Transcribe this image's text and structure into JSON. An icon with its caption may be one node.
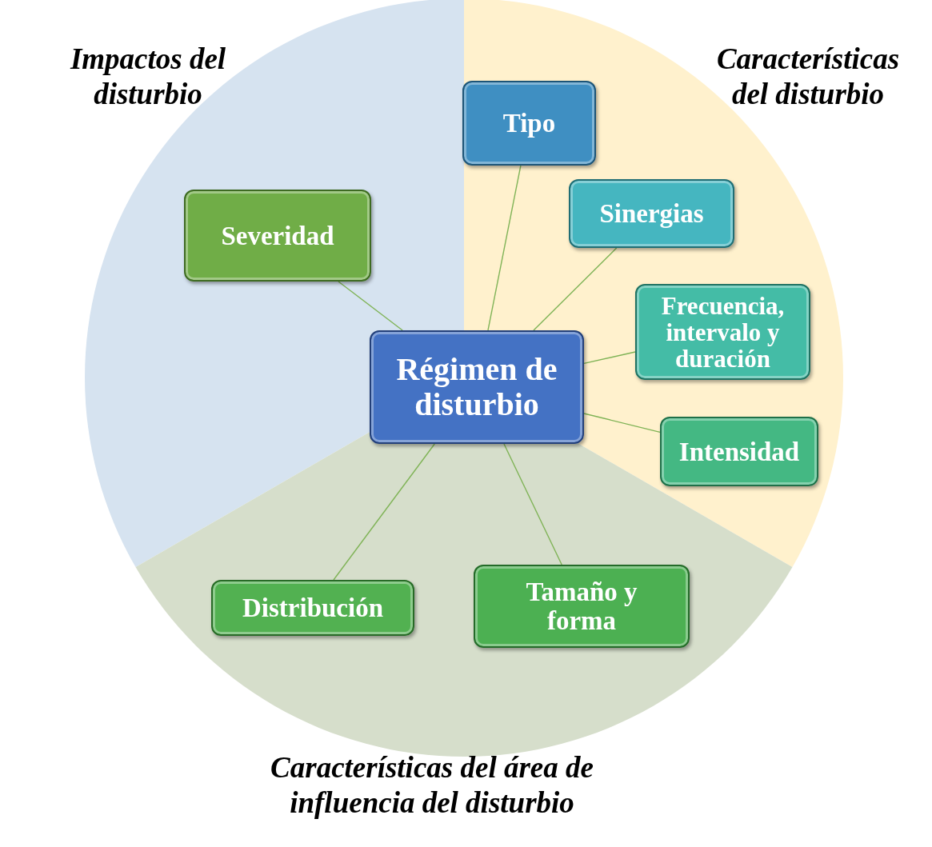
{
  "diagram": {
    "nodes": [
      {
        "text": [
          "Impactos del disturbio"
        ]
      },
      {
        "text": [
          "Características del disturbio"
        ]
      },
      {
        "text": [
          "Características del área de influencia del disturbio"
        ]
      },
      {
        "text": [
          "Régimen de disturbio"
        ]
      },
      {
        "text": [
          "Severidad"
        ],
        "in": 0
      },
      {
        "text": [
          "Tipo"
        ],
        "in": 1
      },
      {
        "text": [
          "Sinergias"
        ],
        "in": 1
      },
      {
        "text": [
          "Frecuencia, intervalo y duración"
        ],
        "in": 1
      },
      {
        "text": [
          "Intensidad"
        ],
        "in": 1
      },
      {
        "text": [
          "Distribución"
        ],
        "in": 2
      },
      {
        "text": [
          "Tamaño y forma"
        ],
        "in": 2
      }
    ],
    "edges": [
      {
        "from": 3,
        "to": 4,
        "arrow": "none"
      },
      {
        "from": 3,
        "to": 5,
        "arrow": "none"
      },
      {
        "from": 3,
        "to": 6,
        "arrow": "none"
      },
      {
        "from": 3,
        "to": 7,
        "arrow": "none"
      },
      {
        "from": 3,
        "to": 8,
        "arrow": "none"
      },
      {
        "from": 3,
        "to": 9,
        "arrow": "none"
      },
      {
        "from": 3,
        "to": 10,
        "arrow": "none"
      }
    ]
  }
}
